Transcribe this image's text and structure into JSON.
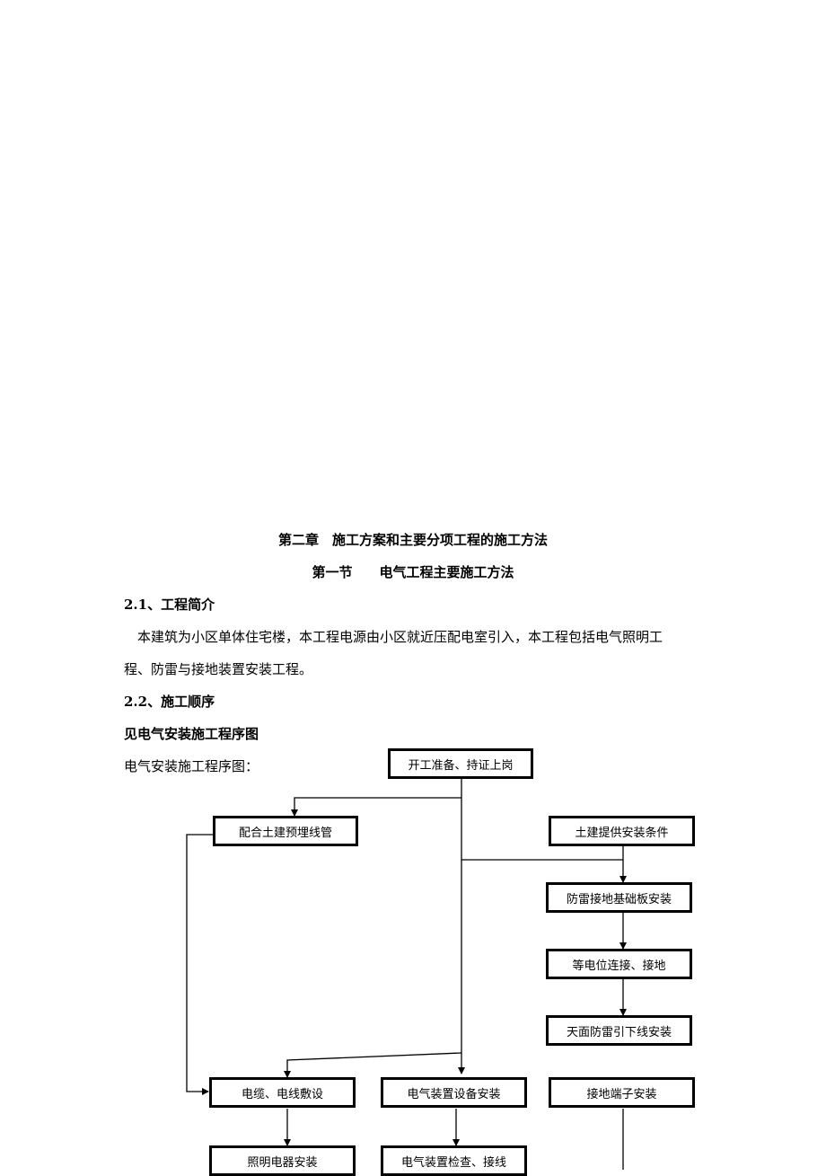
{
  "chapter_title": "第二章　施工方案和主要分项工程的施工方法",
  "section_title": "第一节　　电气工程主要施工方法",
  "s21": {
    "heading": "2.1、工程简介",
    "para_line1": "本建筑为小区单体住宅楼，本工程电源由小区就近压配电室引入，本工程包括电气照明工",
    "para_line2": "程、防雷与接地装置安装工程。"
  },
  "s22": {
    "heading": "2.2、施工顺序",
    "subheading": "见电气安装施工程序图",
    "caption": "电气安装施工程序图："
  },
  "flow": {
    "start": "开工准备、持证上岗",
    "civil_preembed": "配合土建预埋线管",
    "civil_conditions": "土建提供安装条件",
    "lightning_base": "防雷接地基础板安装",
    "equipotential": "等电位连接、接地",
    "roof_downlead": "天面防雷引下线安装",
    "cable_laying": "电缆、电线敷设",
    "equipment_install": "电气装置设备安装",
    "ground_terminal": "接地端子安装",
    "lighting_install": "照明电器安装",
    "inspect_wiring": "电气装置检查、接线"
  }
}
